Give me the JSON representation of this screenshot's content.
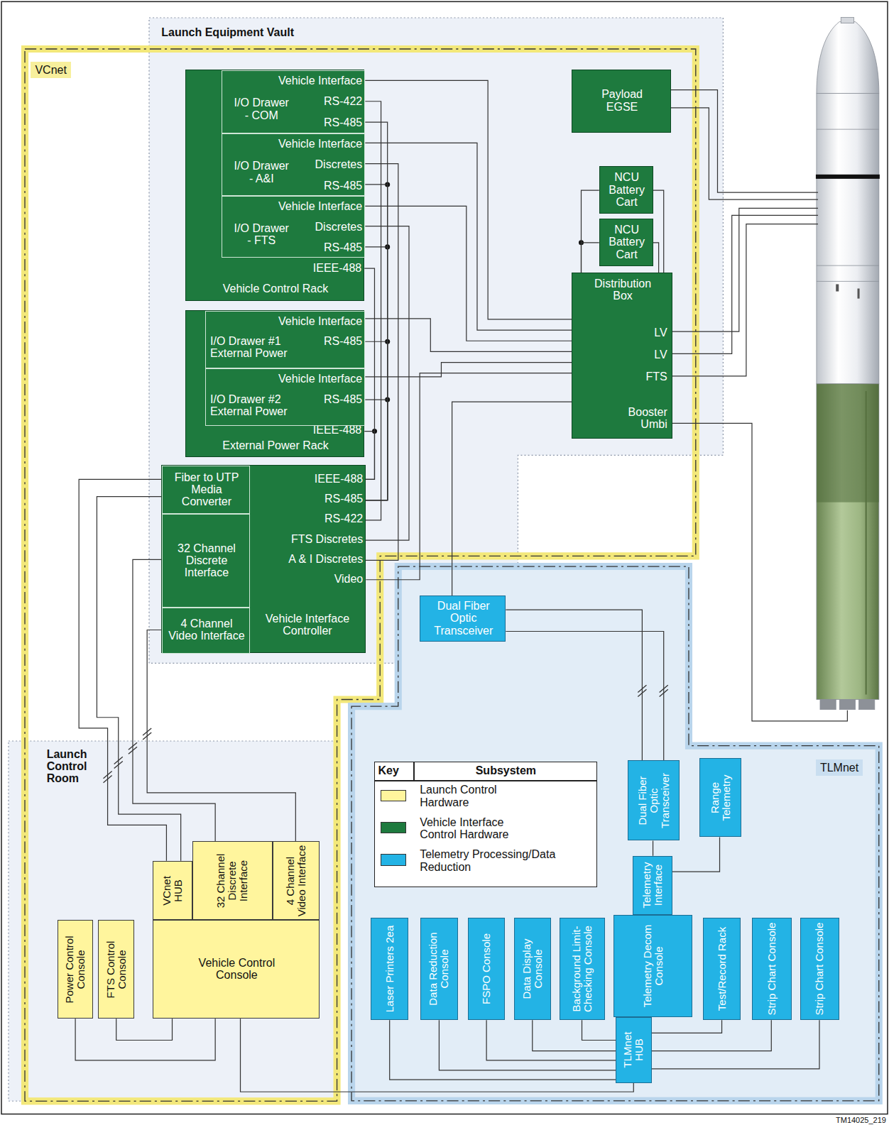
{
  "diagram": {
    "nodes": [
      {
        "text": [
          "Launch Equipment Vault"
        ]
      },
      {
        "text": [
          "VCnet"
        ]
      },
      {
        "text": [
          "Launch Control Room"
        ]
      },
      {
        "text": [
          "TLMnet"
        ]
      },
      {
        "text": [
          "Vehicle Control Rack",
          "IEEE-488"
        ],
        "in": 0
      },
      {
        "text": [
          "Vehicle Interface",
          "I/O Drawer - COM",
          "RS-422",
          "RS-485"
        ],
        "in": 4
      },
      {
        "text": [
          "Vehicle Interface",
          "I/O Drawer - A&I",
          "Discretes",
          "RS-485"
        ],
        "in": 4
      },
      {
        "text": [
          "Vehicle Interface",
          "I/O Drawer - FTS",
          "Discretes",
          "RS-485"
        ],
        "in": 4
      },
      {
        "text": [
          "External Power Rack",
          "IEEE-488"
        ],
        "in": 0
      },
      {
        "text": [
          "Vehicle Interface",
          "I/O Drawer #1 External Power",
          "RS-485"
        ],
        "in": 8
      },
      {
        "text": [
          "Vehicle Interface",
          "I/O Drawer #2 External Power",
          "RS-485"
        ],
        "in": 8
      },
      {
        "text": [
          "Payload EGSE"
        ],
        "in": 0
      },
      {
        "text": [
          "NCU Battery Cart"
        ],
        "in": 0
      },
      {
        "text": [
          "NCU Battery Cart"
        ],
        "in": 0
      },
      {
        "text": [
          "Distribution Box",
          "LV",
          "LV",
          "FTS",
          "Booster Umbi"
        ],
        "in": 0
      },
      {
        "text": [
          "Vehicle Interface Controller",
          "IEEE-488",
          "RS-485",
          "RS-422",
          "FTS Discretes",
          "A & I Discretes",
          "Video"
        ],
        "in": 0
      },
      {
        "text": [
          "Fiber to UTP Media Converter"
        ],
        "in": 15
      },
      {
        "text": [
          "32 Channel Discrete Interface"
        ],
        "in": 15
      },
      {
        "text": [
          "4 Channel Video Interface"
        ],
        "in": 15
      },
      {
        "text": [
          "Dual Fiber Optic Transceiver"
        ],
        "in": 0
      },
      {
        "text": [
          "VCnet HUB"
        ],
        "in": 2
      },
      {
        "text": [
          "32 Channel Discrete Interface"
        ],
        "in": 2
      },
      {
        "text": [
          "4 Channel Video Interface"
        ],
        "in": 2
      },
      {
        "text": [
          "Power Control Console"
        ],
        "in": 2
      },
      {
        "text": [
          "FTS Control Console"
        ],
        "in": 2
      },
      {
        "text": [
          "Vehicle Control Console"
        ],
        "in": 2
      },
      {
        "text": [
          "Dual Fiber Optic Transceiver"
        ],
        "in": 3
      },
      {
        "text": [
          "Range Telemetry"
        ],
        "in": 3
      },
      {
        "text": [
          "Telemetry Interface"
        ],
        "in": 3
      },
      {
        "text": [
          "Laser Printers 2ea"
        ],
        "in": 3
      },
      {
        "text": [
          "Data Reduction Console"
        ],
        "in": 3
      },
      {
        "text": [
          "FSPO Console"
        ],
        "in": 3
      },
      {
        "text": [
          "Data Display Console"
        ],
        "in": 3
      },
      {
        "text": [
          "Background Limit-Checking Console"
        ],
        "in": 3
      },
      {
        "text": [
          "Telemetry Decom Console"
        ],
        "in": 3
      },
      {
        "text": [
          "Test/Record Rack"
        ],
        "in": 3
      },
      {
        "text": [
          "Strip Chart Console"
        ],
        "in": 3
      },
      {
        "text": [
          "Strip Chart Console"
        ],
        "in": 3
      },
      {
        "text": [
          "TLMnet HUB"
        ],
        "in": 3
      }
    ],
    "edges": [
      {
        "from": 5,
        "to": 14,
        "arrow": "none"
      },
      {
        "from": 6,
        "to": 14,
        "arrow": "none"
      },
      {
        "from": 7,
        "to": 14,
        "arrow": "none"
      },
      {
        "from": 9,
        "to": 14,
        "arrow": "none"
      },
      {
        "from": 10,
        "to": 14,
        "arrow": "none"
      },
      {
        "from": 4,
        "to": 15,
        "arrow": "none"
      },
      {
        "from": 8,
        "to": 15,
        "arrow": "none"
      },
      {
        "from": 5,
        "to": 15,
        "arrow": "none"
      },
      {
        "from": 5,
        "to": 15,
        "arrow": "none"
      },
      {
        "from": 6,
        "to": 15,
        "arrow": "none"
      },
      {
        "from": 7,
        "to": 15,
        "arrow": "none"
      },
      {
        "from": 9,
        "to": 15,
        "arrow": "none"
      },
      {
        "from": 10,
        "to": 15,
        "arrow": "none"
      },
      {
        "from": 6,
        "to": 15,
        "arrow": "none"
      },
      {
        "from": 7,
        "to": 15,
        "arrow": "none"
      },
      {
        "from": 15,
        "to": 14,
        "arrow": "none"
      },
      {
        "from": 14,
        "to": 19,
        "arrow": "none"
      },
      {
        "from": 14,
        "to": 12,
        "arrow": "none"
      },
      {
        "from": 14,
        "to": 13,
        "arrow": "none"
      },
      {
        "from": 19,
        "to": 26,
        "arrow": "none"
      },
      {
        "from": 19,
        "to": 26,
        "arrow": "none"
      },
      {
        "from": 26,
        "to": 28,
        "arrow": "none"
      },
      {
        "from": 27,
        "to": 28,
        "arrow": "none"
      },
      {
        "from": 29,
        "to": 38,
        "arrow": "none"
      },
      {
        "from": 30,
        "to": 38,
        "arrow": "none"
      },
      {
        "from": 31,
        "to": 38,
        "arrow": "none"
      },
      {
        "from": 32,
        "to": 38,
        "arrow": "none"
      },
      {
        "from": 33,
        "to": 38,
        "arrow": "none"
      },
      {
        "from": 35,
        "to": 38,
        "arrow": "none"
      },
      {
        "from": 36,
        "to": 38,
        "arrow": "none"
      },
      {
        "from": 37,
        "to": 38,
        "arrow": "none"
      },
      {
        "from": 25,
        "to": 38,
        "arrow": "none"
      },
      {
        "from": 23,
        "to": 25,
        "arrow": "none"
      },
      {
        "from": 24,
        "to": 25,
        "arrow": "none"
      },
      {
        "from": 16,
        "to": 20,
        "arrow": "none"
      },
      {
        "from": 16,
        "to": 20,
        "arrow": "none"
      },
      {
        "from": 17,
        "to": 21,
        "arrow": "none"
      },
      {
        "from": 18,
        "to": 22,
        "arrow": "none"
      }
    ],
    "labels": [
      "Key",
      "Subsystem",
      "TM14025_219"
    ],
    "legend": [
      {
        "text": "Launch Control Hardware",
        "color": "#fff59d"
      },
      {
        "text": "Vehicle Interface Control Hardware",
        "color": "#1e7a3e"
      },
      {
        "text": "Telemetry Processing/Data Reduction",
        "color": "#23b3e5"
      }
    ]
  }
}
